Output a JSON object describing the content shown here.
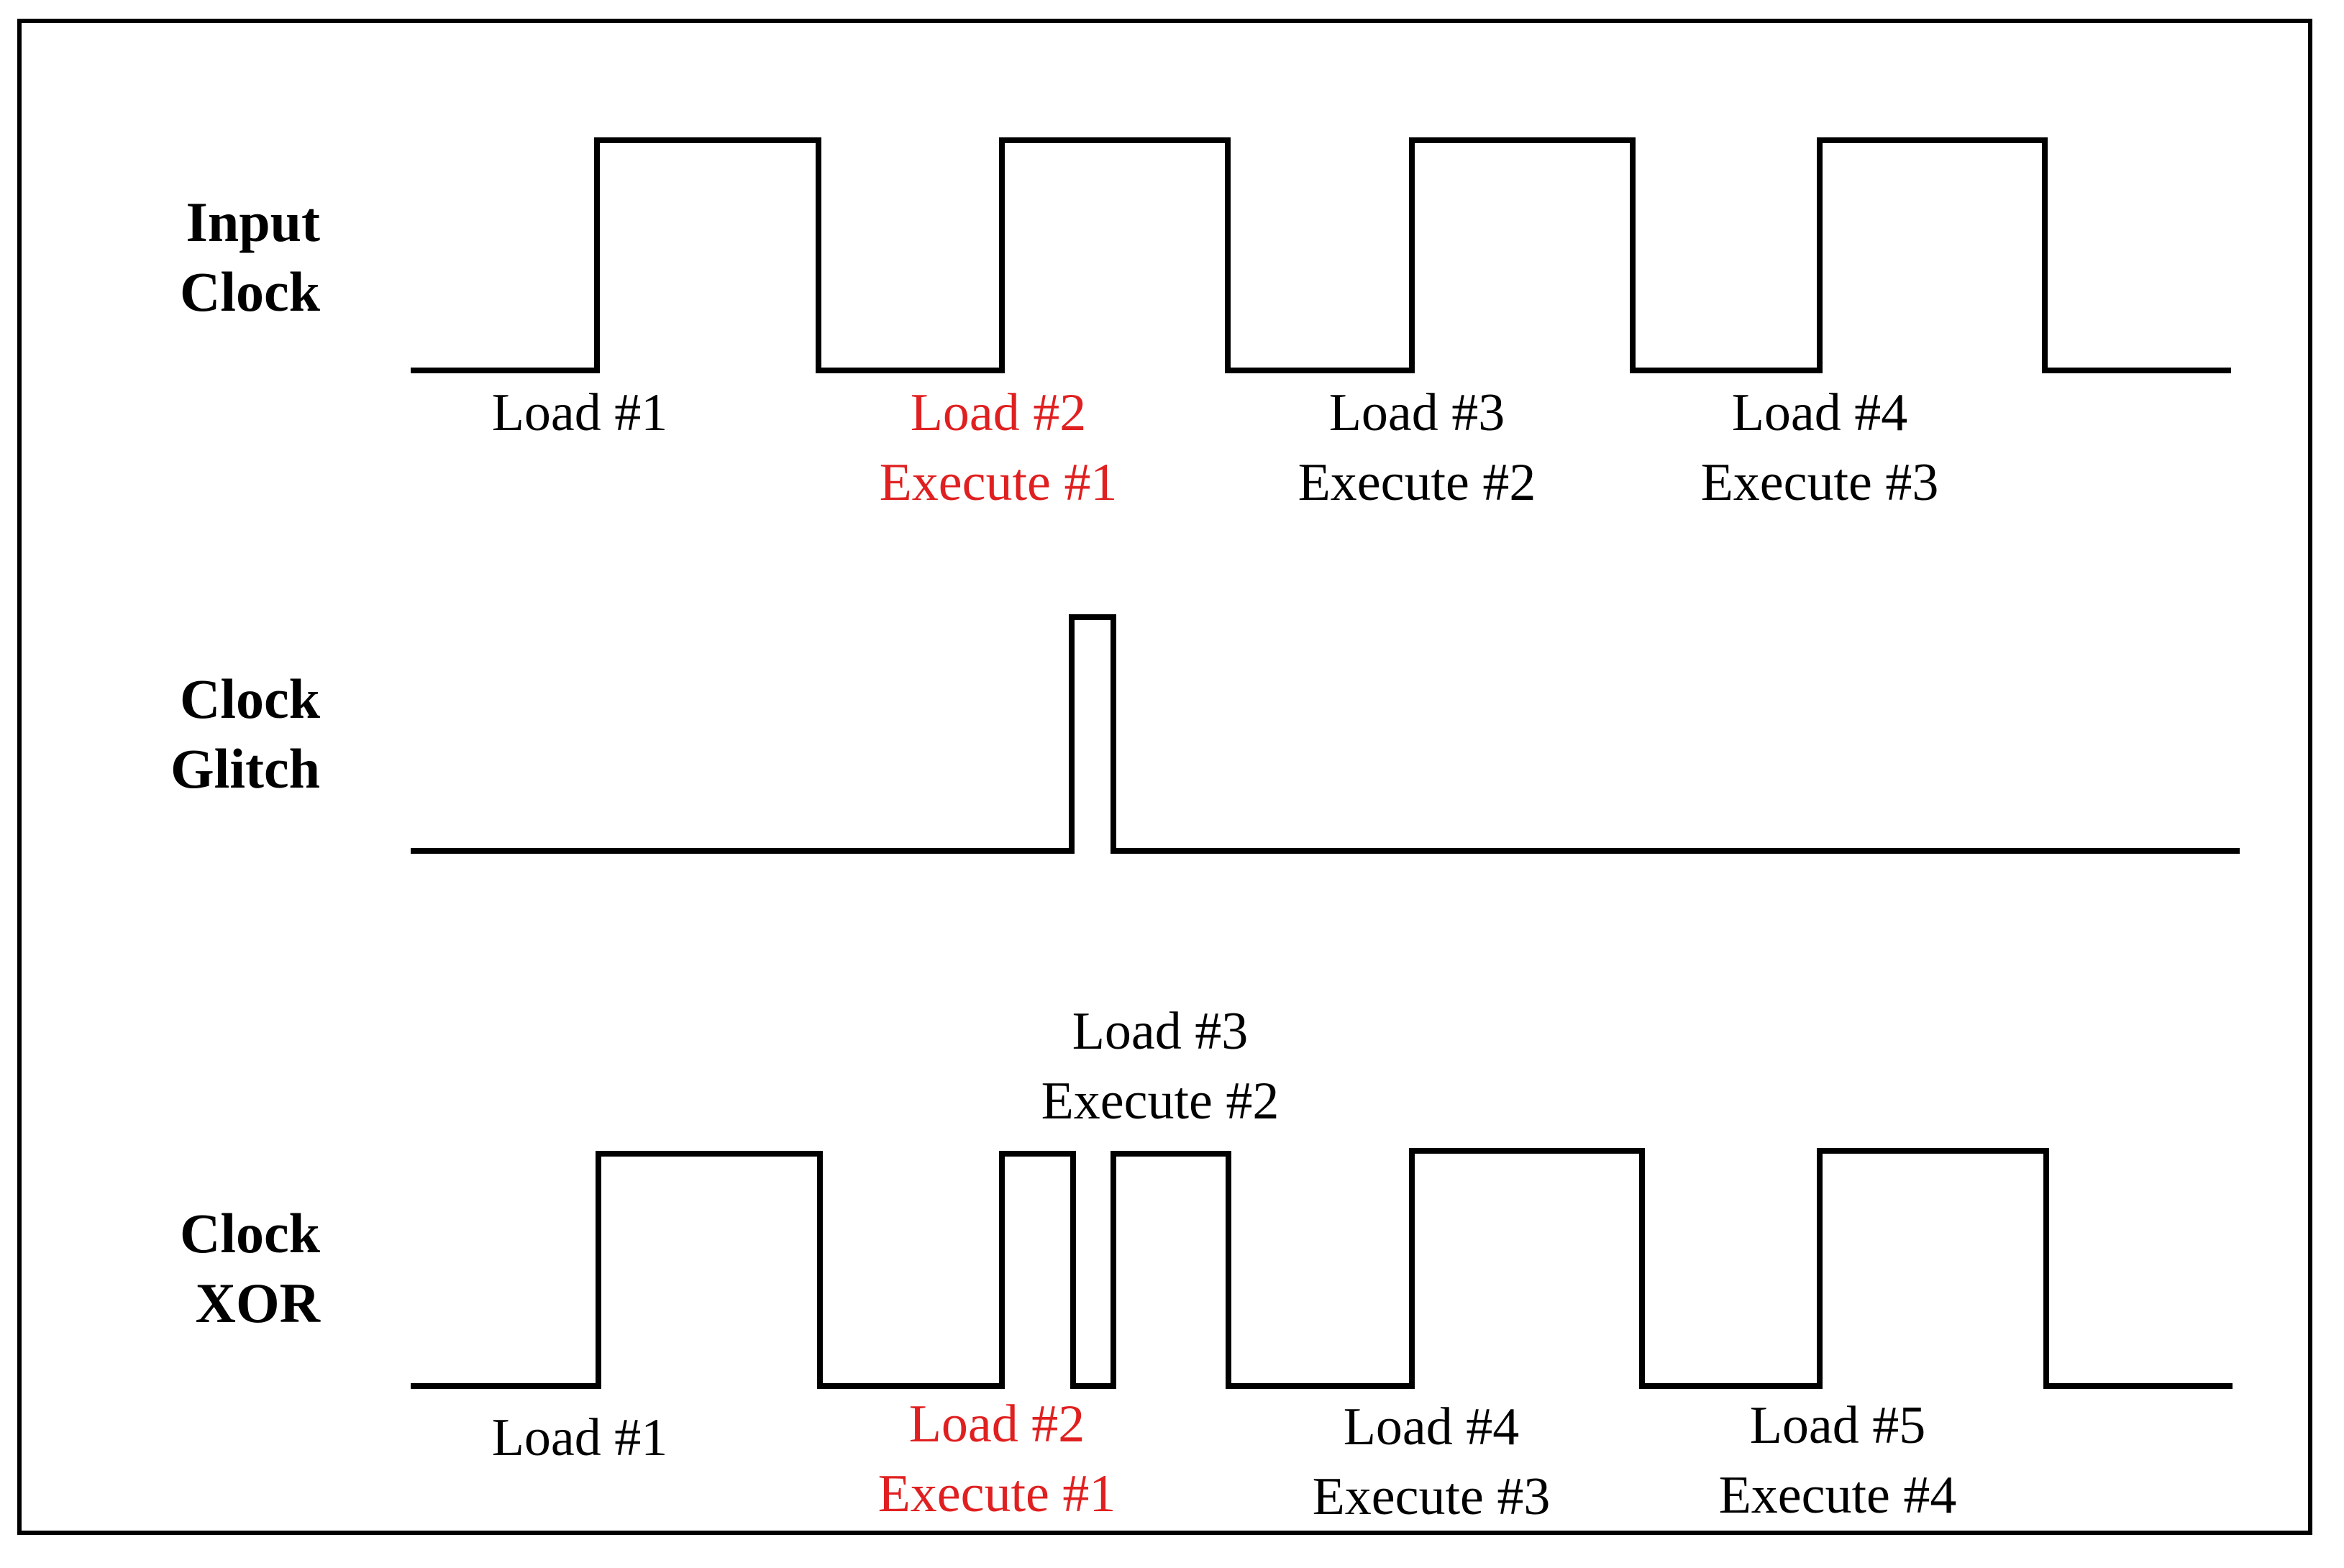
{
  "colors": {
    "default": "#000000",
    "highlight": "#e02020"
  },
  "rows": [
    {
      "label": [
        "Input",
        "Clock"
      ],
      "annotations": [
        {
          "lines": [
            "Load #1"
          ],
          "highlight": false
        },
        {
          "lines": [
            "Load #2",
            "Execute #1"
          ],
          "highlight": true
        },
        {
          "lines": [
            "Load #3",
            "Execute #2"
          ],
          "highlight": false
        },
        {
          "lines": [
            "Load #4",
            "Execute #3"
          ],
          "highlight": false
        }
      ]
    },
    {
      "label": [
        "Clock",
        "Glitch"
      ],
      "annotations": []
    },
    {
      "label": [
        "Clock",
        "XOR"
      ],
      "annotations": [
        {
          "lines": [
            "Load #1"
          ],
          "highlight": false
        },
        {
          "lines": [
            "Load #2",
            "Execute #1"
          ],
          "highlight": true
        },
        {
          "lines": [
            "Load #3",
            "Execute #2"
          ],
          "highlight": false
        },
        {
          "lines": [
            "Load #4",
            "Execute #3"
          ],
          "highlight": false
        },
        {
          "lines": [
            "Load #5",
            "Execute #4"
          ],
          "highlight": false
        }
      ]
    }
  ]
}
